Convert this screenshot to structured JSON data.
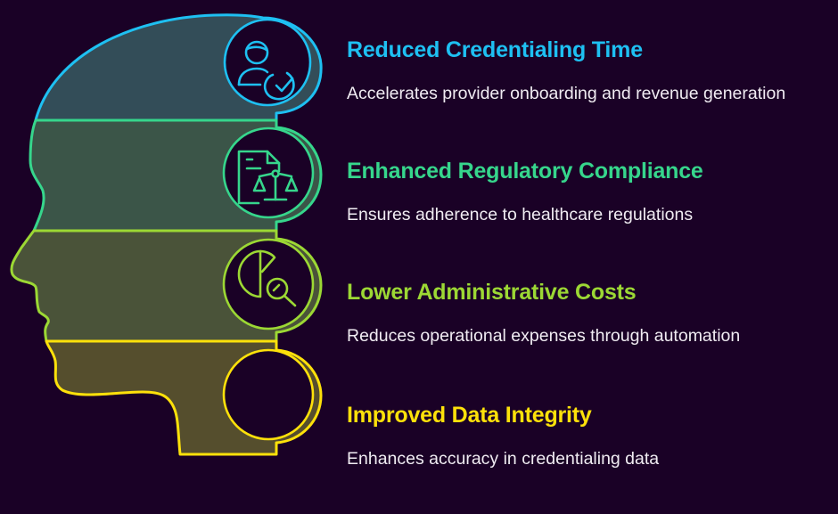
{
  "background": "#1a0126",
  "items": [
    {
      "title": "Reduced Credentialing Time",
      "description": "Accelerates provider onboarding and revenue generation",
      "color": "#1ec0f2",
      "fill": "#334d58",
      "icon": "user-check-icon"
    },
    {
      "title": "Enhanced Regulatory Compliance",
      "description": "Ensures adherence to healthcare regulations",
      "color": "#36d68c",
      "fill": "#3b5548",
      "icon": "document-scale-icon"
    },
    {
      "title": "Lower Administrative Costs",
      "description": "Reduces operational expenses through automation",
      "color": "#9cd834",
      "fill": "#4a5339",
      "icon": "pie-chart-search-icon"
    },
    {
      "title": "Improved Data Integrity",
      "description": "Enhances accuracy in credentialing data",
      "color": "#fde10a",
      "fill": "#554e2d",
      "icon": "database-check-icon"
    }
  ]
}
